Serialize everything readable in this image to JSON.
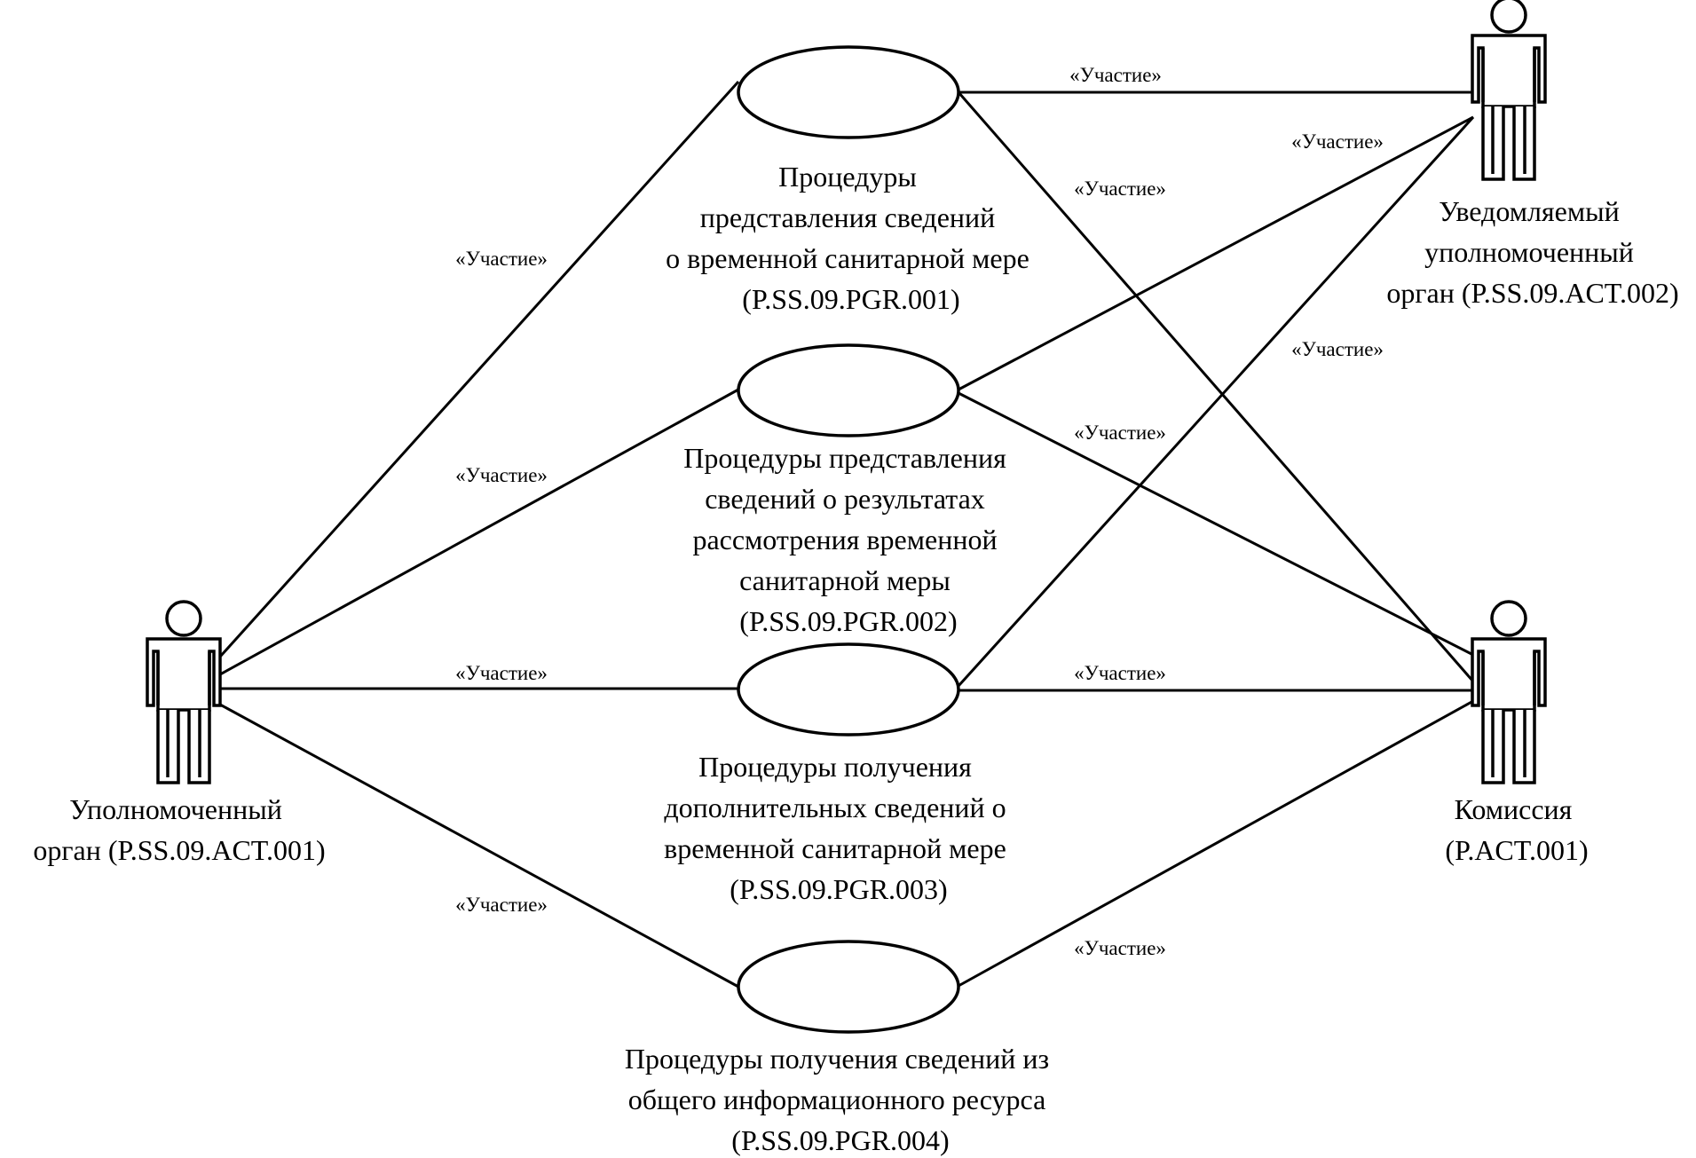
{
  "relation_label": "«Участие»",
  "actors": [
    {
      "id": "authority",
      "lines": [
        "Уполномоченный",
        "орган (P.SS.09.ACT.001)"
      ]
    },
    {
      "id": "notified",
      "lines": [
        "Уведомляемый",
        "уполномоченный",
        "орган (P.SS.09.ACT.002)"
      ]
    },
    {
      "id": "commission",
      "lines": [
        "Комиссия",
        "(P.ACT.001)"
      ]
    }
  ],
  "use_cases": [
    {
      "id": "pgr001",
      "lines": [
        "Процедуры",
        "представления сведений",
        "о временной санитарной мере",
        "(P.SS.09.PGR.001)"
      ]
    },
    {
      "id": "pgr002",
      "lines": [
        "Процедуры представления",
        "сведений о результатах",
        "рассмотрения временной",
        "санитарной меры",
        "(P.SS.09.PGR.002)"
      ]
    },
    {
      "id": "pgr003",
      "lines": [
        "Процедуры получения",
        "дополнительных сведений о",
        "временной санитарной мере",
        "(P.SS.09.PGR.003)"
      ]
    },
    {
      "id": "pgr004",
      "lines": [
        "Процедуры получения сведений из",
        "общего информационного ресурса",
        "(P.SS.09.PGR.004)"
      ]
    }
  ],
  "associations": [
    {
      "actor": "authority",
      "use_case": "pgr001",
      "label": "«Участие»"
    },
    {
      "actor": "authority",
      "use_case": "pgr002",
      "label": "«Участие»"
    },
    {
      "actor": "authority",
      "use_case": "pgr003",
      "label": "«Участие»"
    },
    {
      "actor": "authority",
      "use_case": "pgr004",
      "label": "«Участие»"
    },
    {
      "actor": "notified",
      "use_case": "pgr001",
      "label": "«Участие»"
    },
    {
      "actor": "notified",
      "use_case": "pgr002",
      "label": "«Участие»"
    },
    {
      "actor": "notified",
      "use_case": "pgr003",
      "label": "«Участие»"
    },
    {
      "actor": "commission",
      "use_case": "pgr001",
      "label": "«Участие»"
    },
    {
      "actor": "commission",
      "use_case": "pgr002",
      "label": "«Участие»"
    },
    {
      "actor": "commission",
      "use_case": "pgr003",
      "label": "«Участие»"
    },
    {
      "actor": "commission",
      "use_case": "pgr004",
      "label": "«Участие»"
    }
  ]
}
